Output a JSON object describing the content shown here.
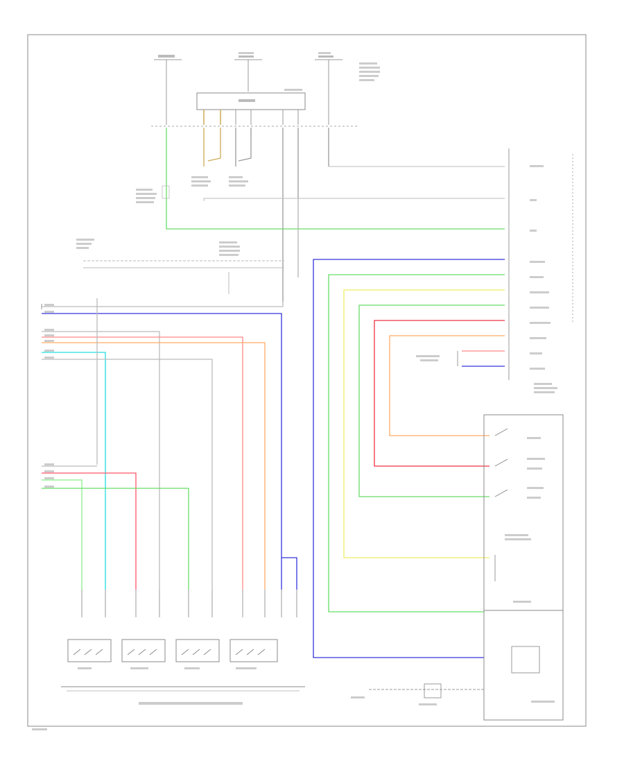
{
  "diagram": {
    "type": "automotive-wiring-schematic",
    "footer_text": "",
    "label_text": "",
    "colors": {
      "frame": "#888888",
      "wire_black": "#9a9a9a",
      "wire_green": "#66dd66",
      "wire_blue": "#3333dd",
      "wire_yellow": "#eeee66",
      "wire_red": "#ee3344",
      "wire_orange": "#ffaa66",
      "wire_light_green": "#88ee88",
      "wire_cyan": "#22dddd",
      "wire_pink": "#ff8888",
      "wire_tan": "#ccaa55"
    },
    "components": [
      {
        "id": "fuse-block",
        "icon": "fuse-block-icon"
      },
      {
        "id": "control-unit",
        "icon": "connector-icon"
      },
      {
        "id": "multi-switch-module",
        "icon": "switch-icon"
      },
      {
        "id": "steering-switch-1",
        "icon": "switch-icon"
      },
      {
        "id": "steering-switch-2",
        "icon": "switch-icon"
      },
      {
        "id": "steering-switch-3",
        "icon": "switch-icon"
      },
      {
        "id": "steering-switch-4",
        "icon": "switch-icon"
      },
      {
        "id": "ground-block",
        "icon": "ground-icon"
      }
    ]
  }
}
